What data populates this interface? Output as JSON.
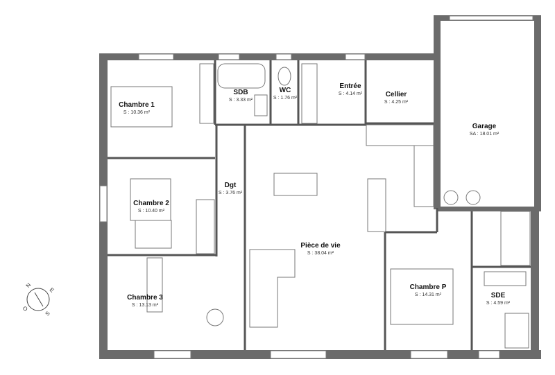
{
  "rooms": [
    {
      "name": "Chambre 1",
      "area": "S : 10.36 m²"
    },
    {
      "name": "SDB",
      "area": "S : 3.33 m²"
    },
    {
      "name": "WC",
      "area": "S : 1.76 m²"
    },
    {
      "name": "Entrée",
      "area": "S : 4.14 m²"
    },
    {
      "name": "Cellier",
      "area": "S : 4.25 m²"
    },
    {
      "name": "Garage",
      "area": "SA : 18.01 m²"
    },
    {
      "name": "Dgt",
      "area": "S : 3.76 m²"
    },
    {
      "name": "Chambre 2",
      "area": "S : 10.40 m²"
    },
    {
      "name": "Pièce de vie",
      "area": "S : 38.04 m²"
    },
    {
      "name": "Chambre P",
      "area": "S : 14.31 m²"
    },
    {
      "name": "SDE",
      "area": "S : 4.59 m²"
    },
    {
      "name": "Chambre 3",
      "area": "S : 13.13 m²"
    }
  ],
  "compass": {
    "n": "N",
    "e": "E",
    "s": "S",
    "o": "O"
  },
  "colors": {
    "wall": "#6b6b6b",
    "line": "#555555",
    "furniture": "#777777"
  }
}
